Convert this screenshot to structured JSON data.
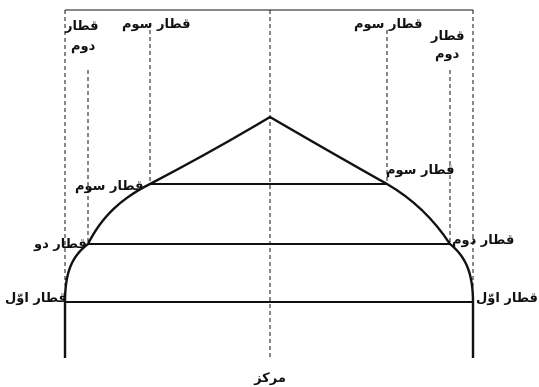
{
  "colors": {
    "background": "#ffffff",
    "ink": "#111111"
  },
  "labels": {
    "top_left_second_line1": "قطار",
    "top_left_second_line2": "دوم",
    "top_left_third": "قطار سوم",
    "top_right_third": "قطار سوم",
    "top_right_second_line1": "قطار",
    "top_right_second_line2": "دوم",
    "left_third": "قطار سوم",
    "right_third": "قطار سوم",
    "left_second": "قطار دو",
    "right_second": "قطار دوم",
    "left_first": "قطار اوّل",
    "right_first": "قطار اوّل",
    "center": "مرکز"
  }
}
